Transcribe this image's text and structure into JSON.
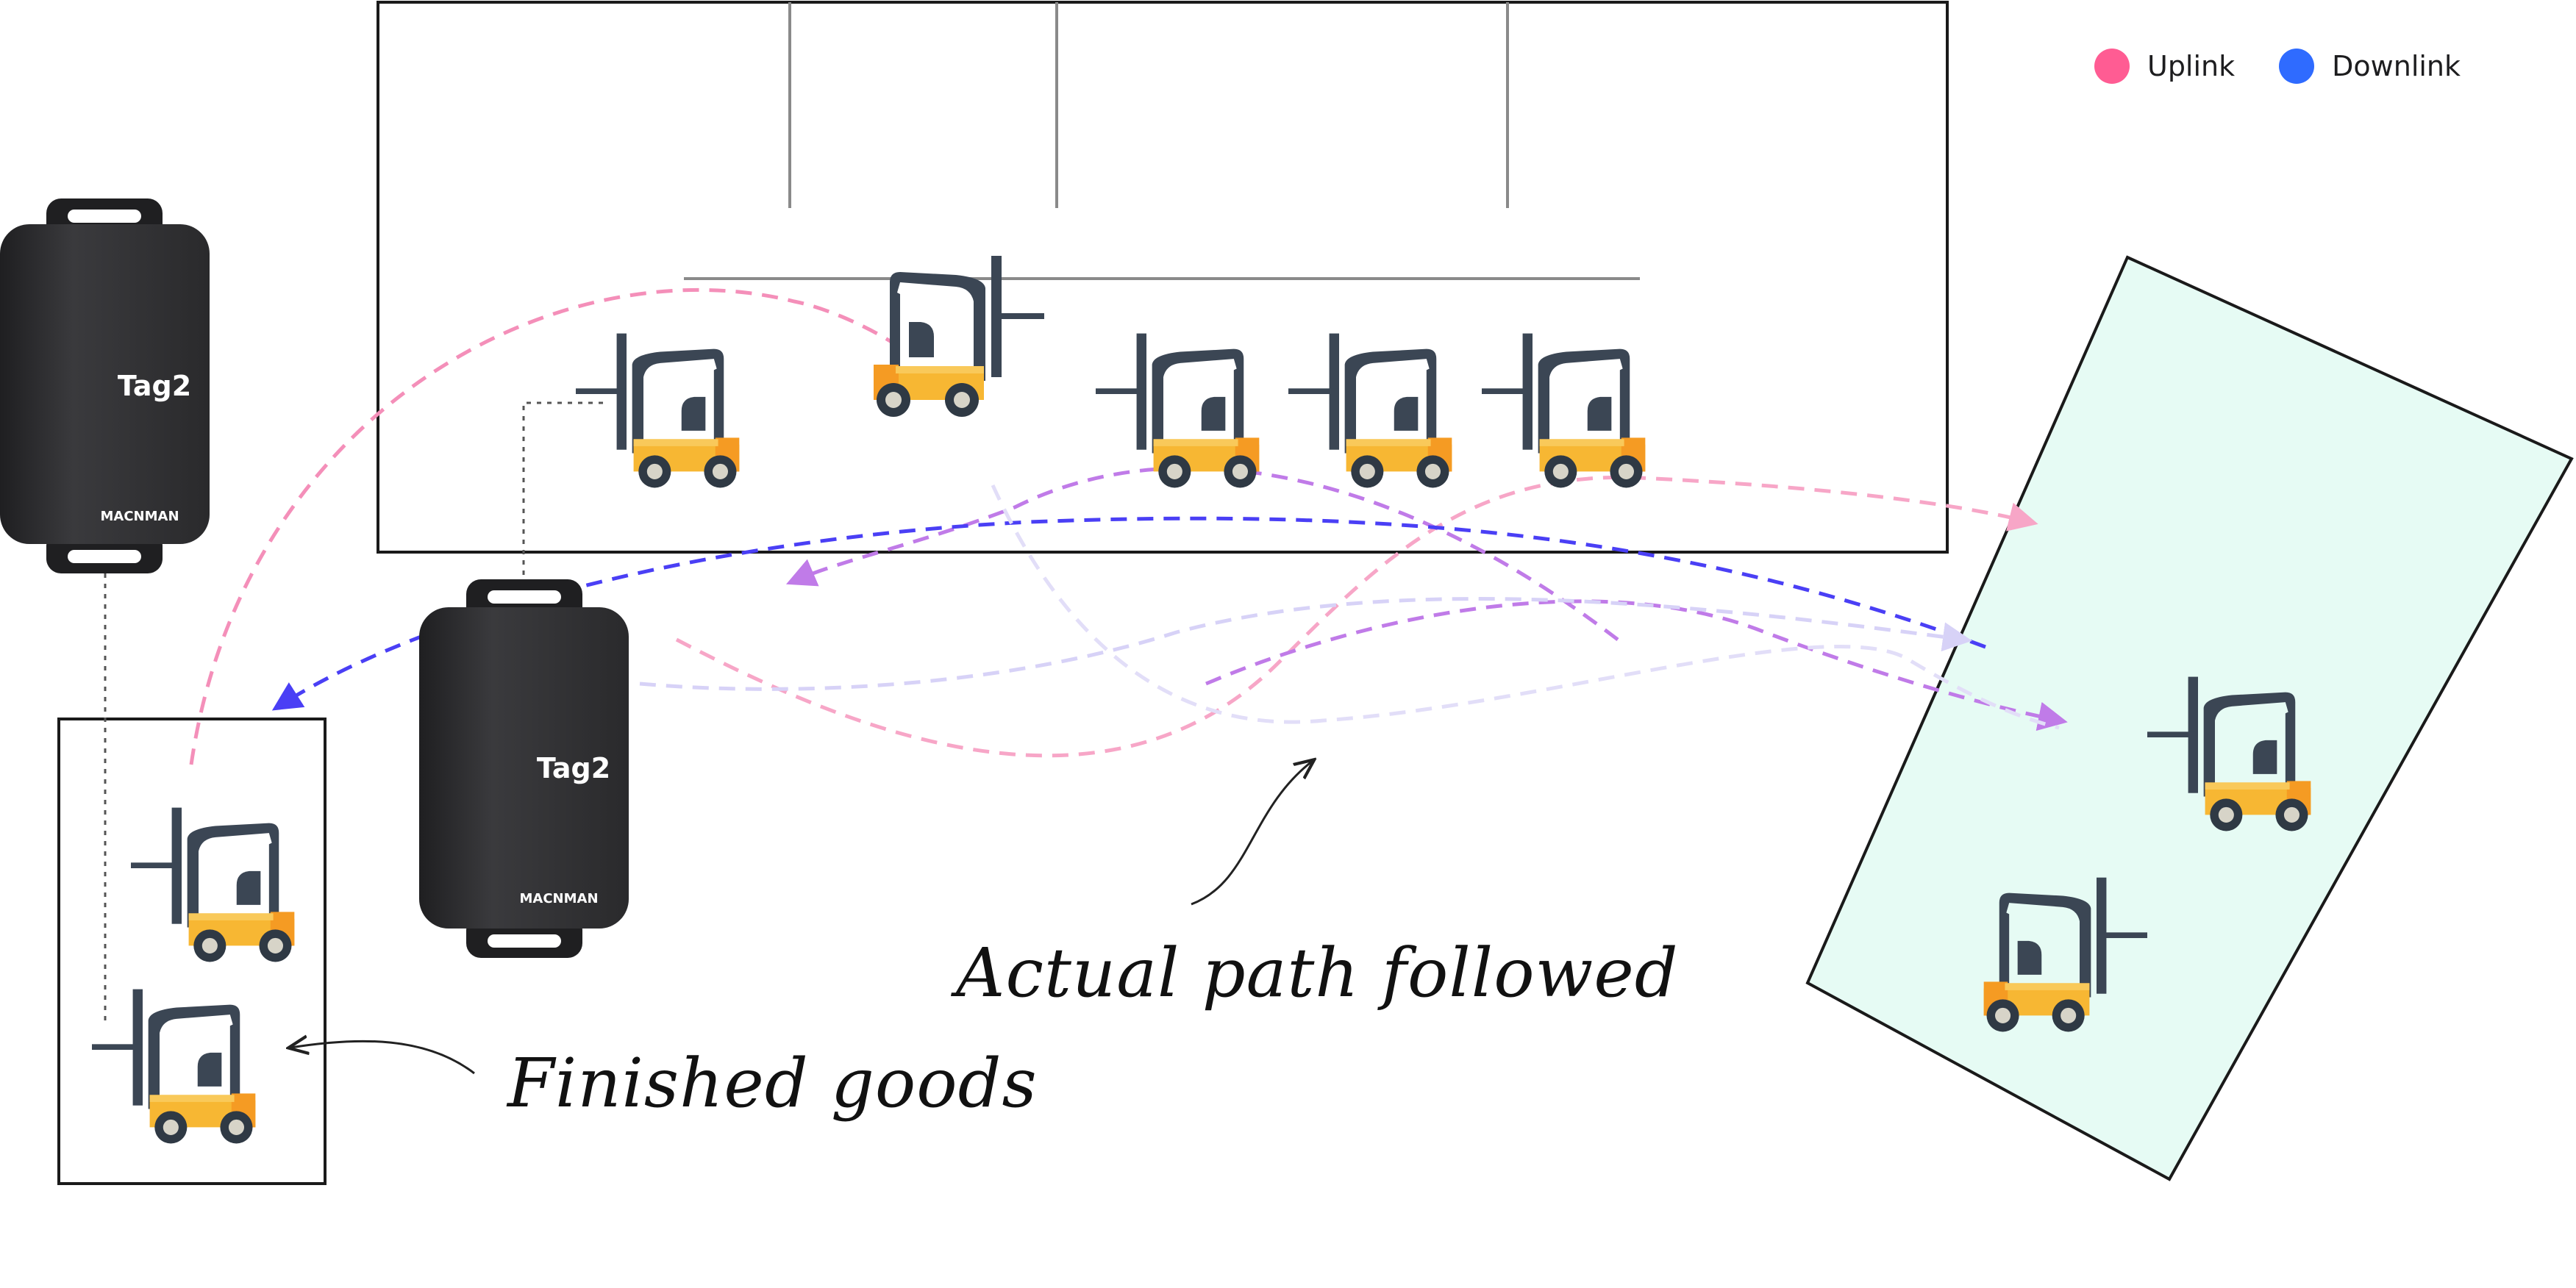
{
  "legend": {
    "uplink_label": "Uplink",
    "uplink_color": "#ff5c93",
    "downlink_label": "Downlink",
    "downlink_color": "#2f6bff"
  },
  "tags": {
    "tag_top_left_label": "Tag2",
    "tag_top_left_brand": "MACNMAN",
    "tag_center_label": "Tag2",
    "tag_center_brand": "MACNMAN"
  },
  "annotations": {
    "actual_path": "Actual path followed",
    "finished_goods": "Finished goods"
  },
  "colors": {
    "outline": "#1a1a1a",
    "shelf_line": "#8a8a8a",
    "zone_fill": "#e6fbf4",
    "tag_body": "#2c2c2e",
    "forklift_body": "#f7b733",
    "forklift_dark": "#3b4654",
    "path_pink": "#f48fb9",
    "path_purple": "#c07be8",
    "path_blue": "#4a3ff5",
    "path_lavender": "#d7d2f7"
  }
}
